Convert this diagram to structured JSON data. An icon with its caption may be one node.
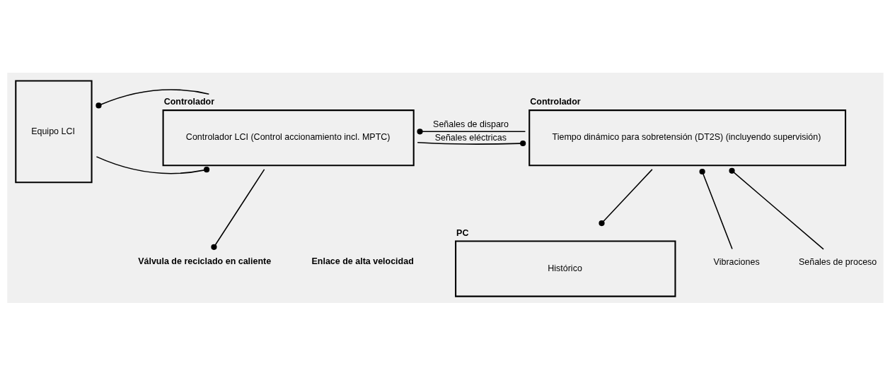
{
  "diagram": {
    "nodes": [
      {
        "text": [
          "Equipo LCI"
        ]
      },
      {
        "text": [
          "Controlador",
          "Controlador LCI (Control accionamiento incl. MPTC)"
        ]
      },
      {
        "text": [
          "Controlador",
          "Tiempo dinámico para sobretensión (DT2S) (incluyendo supervisión)"
        ]
      },
      {
        "text": [
          "PC",
          "Histórico"
        ]
      },
      {
        "text": [
          "Válvula de reciclado en caliente"
        ]
      },
      {
        "text": [
          "Vibraciones"
        ]
      },
      {
        "text": [
          "Señales de proceso"
        ]
      }
    ],
    "edges": [
      {
        "from": 0,
        "to": 1,
        "arrow": "other"
      },
      {
        "from": 1,
        "to": 0,
        "arrow": "other"
      },
      {
        "from": 1,
        "to": 2,
        "arrow": "other",
        "label": "Señales eléctricas"
      },
      {
        "from": 2,
        "to": 1,
        "arrow": "other",
        "label": "Señales de disparo"
      },
      {
        "from": 2,
        "to": 3,
        "arrow": "other"
      },
      {
        "from": 1,
        "to": 4,
        "arrow": "other"
      },
      {
        "from": 5,
        "to": 2,
        "arrow": "other"
      },
      {
        "from": 6,
        "to": 2,
        "arrow": "other"
      }
    ],
    "labels": [
      "Enlace de alta velocidad"
    ]
  }
}
